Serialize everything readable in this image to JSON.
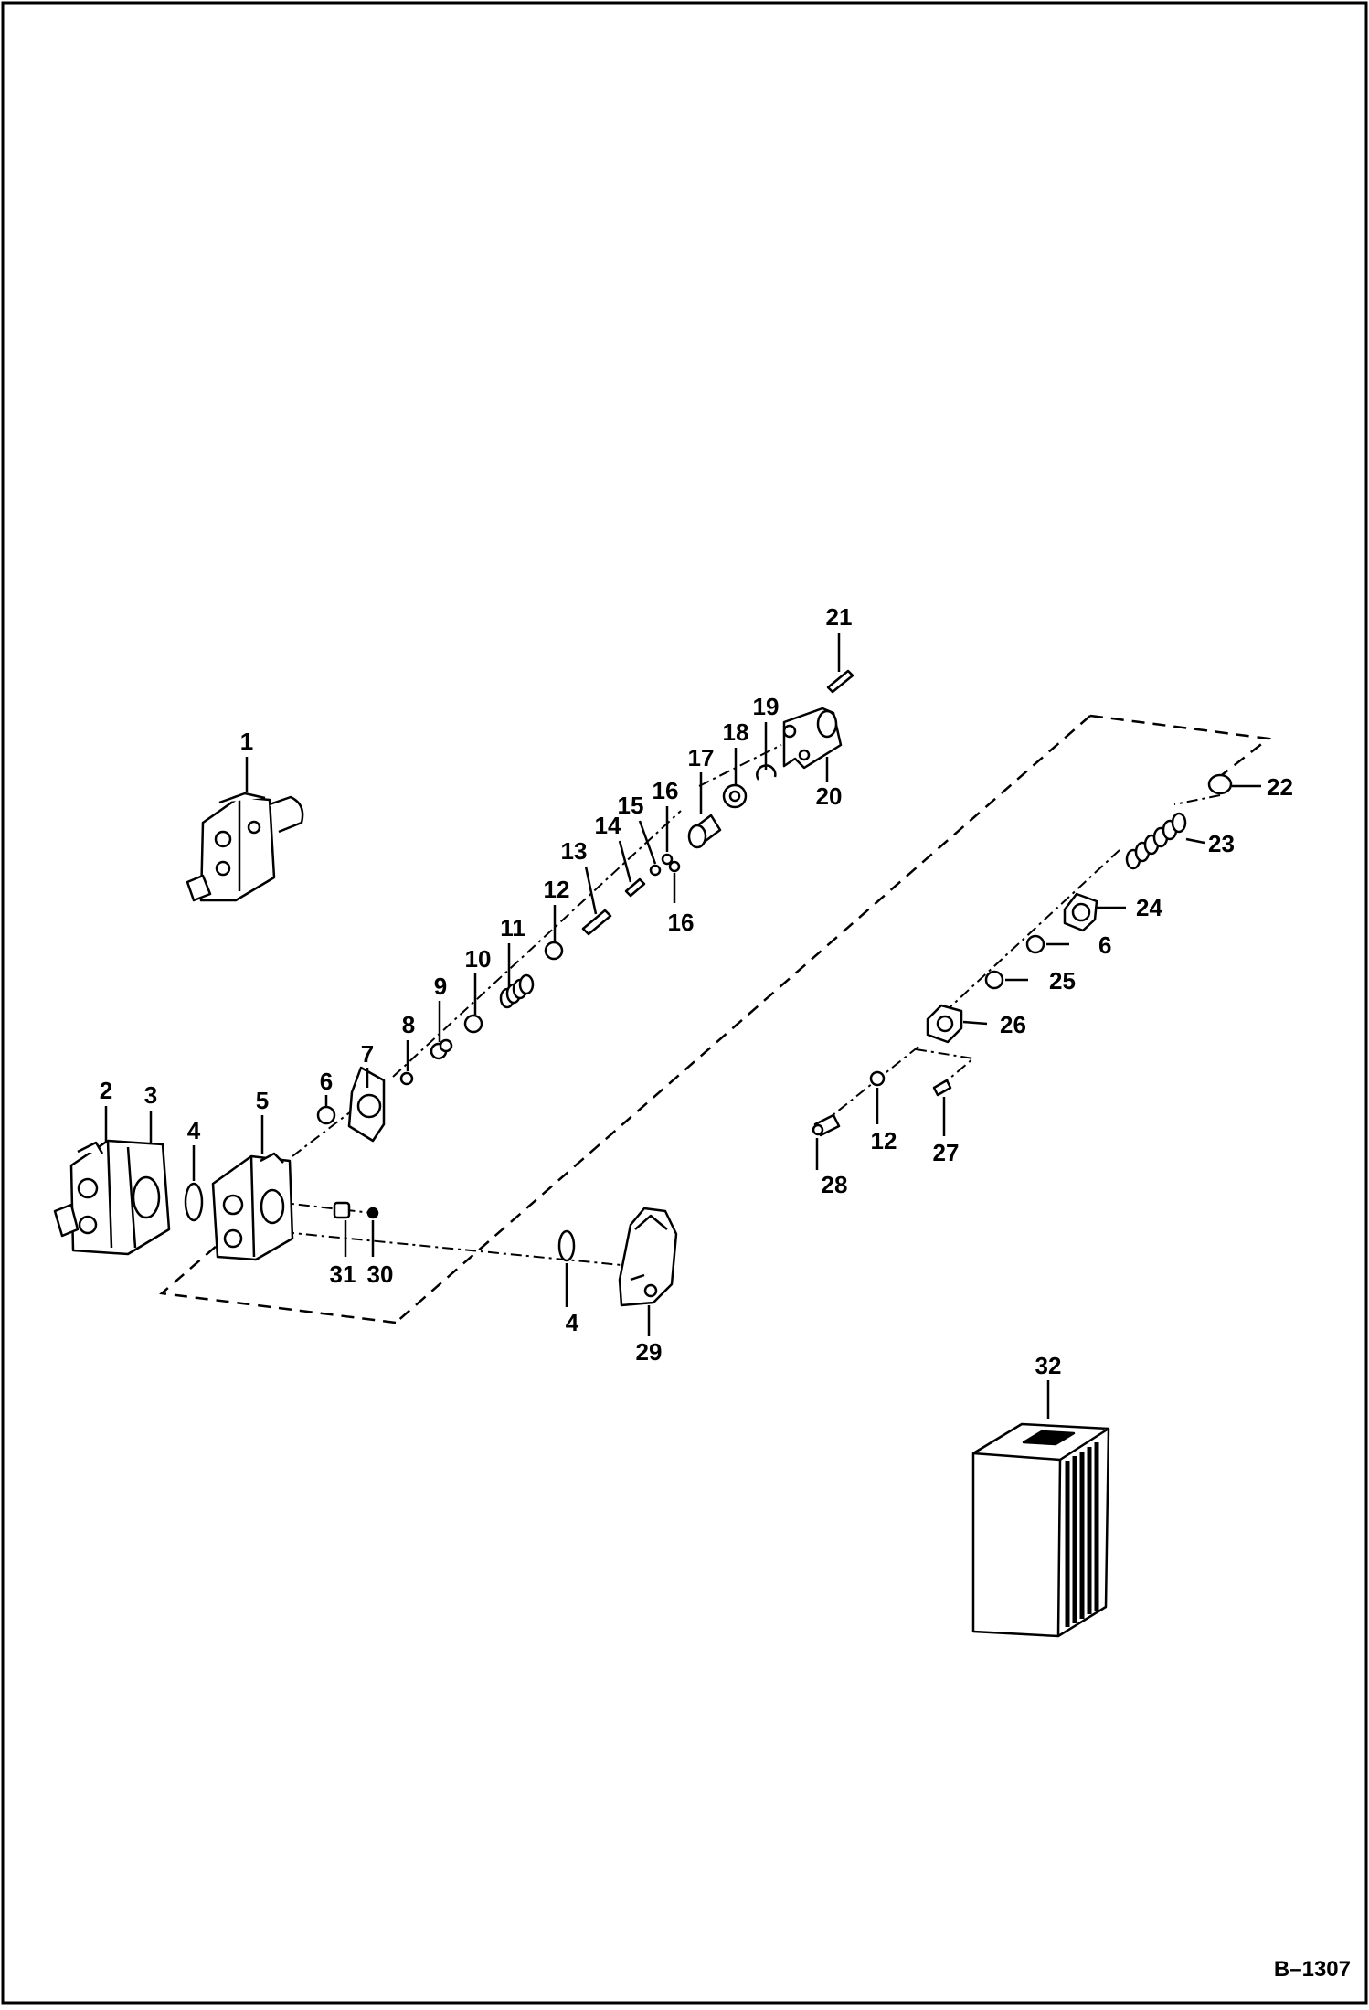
{
  "figure": {
    "figure_number": "B–1307",
    "callouts": {
      "c1": "1",
      "c2": "2",
      "c3": "3",
      "c4a": "4",
      "c4b": "4",
      "c5": "5",
      "c6a": "6",
      "c6b": "6",
      "c7": "7",
      "c8": "8",
      "c9": "9",
      "c10": "10",
      "c11": "11",
      "c12a": "12",
      "c12b": "12",
      "c13": "13",
      "c14": "14",
      "c15": "15",
      "c16a": "16",
      "c16b": "16",
      "c17": "17",
      "c18": "18",
      "c19": "19",
      "c20": "20",
      "c21": "21",
      "c22": "22",
      "c23": "23",
      "c24": "24",
      "c25": "25",
      "c26": "26",
      "c27": "27",
      "c28": "28",
      "c29": "29",
      "c30": "30",
      "c31": "31",
      "c32": "32"
    }
  }
}
